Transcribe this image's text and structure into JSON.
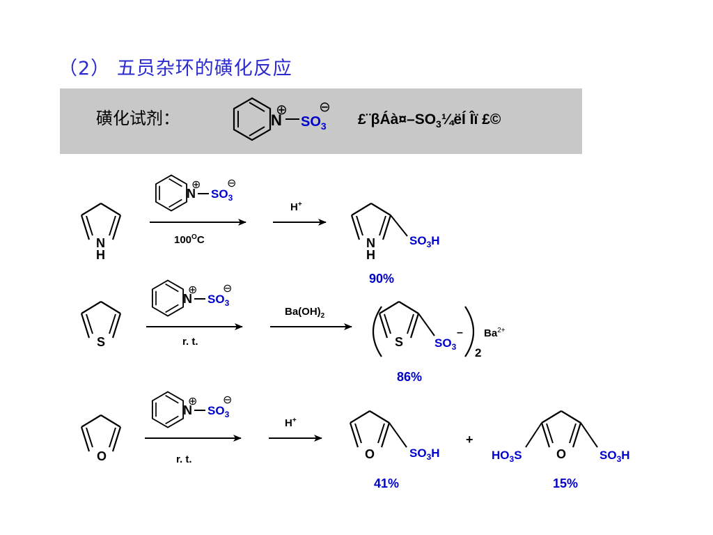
{
  "title": "（2） 五员杂环的磺化反应",
  "reagent": {
    "label": "磺化试剂：",
    "name_pre": "£¨βÁà¤–SO",
    "name_sub": "3",
    "name_post": "¼ëÍ Îï £©",
    "plus": "⊕",
    "minus": "⊖",
    "N": "N",
    "SO": "SO",
    "SO_sub": "3"
  },
  "rows": [
    {
      "heteroatom": "N",
      "heteroatom_H": "H",
      "reagent_condition": "100",
      "reagent_condition_sup": "O",
      "reagent_condition_unit": "C",
      "second_reagent": "H",
      "second_reagent_sup": "+",
      "product_group": "SO3H",
      "yield": "90%"
    },
    {
      "heteroatom": "S",
      "reagent_condition": "r. t.",
      "second_reagent": "Ba(OH)",
      "second_reagent_sub": "2",
      "product_group": "SO3",
      "product_charge": "–",
      "counter_ion": "Ba",
      "counter_ion_sup": "2+",
      "multiplier": "2",
      "yield": "86%"
    },
    {
      "heteroatom": "O",
      "reagent_condition": "r. t.",
      "second_reagent": "H",
      "second_reagent_sup": "+",
      "product_group": "SO3H",
      "yield": "41%",
      "plus_sign": "+",
      "product2_left": "HO3S",
      "product2_right": "SO3H",
      "yield2": "15%"
    }
  ],
  "colors": {
    "title": "#2b2bd0",
    "formula": "#0000cc",
    "yield": "#0000cc",
    "box": "#c8c8c8"
  }
}
